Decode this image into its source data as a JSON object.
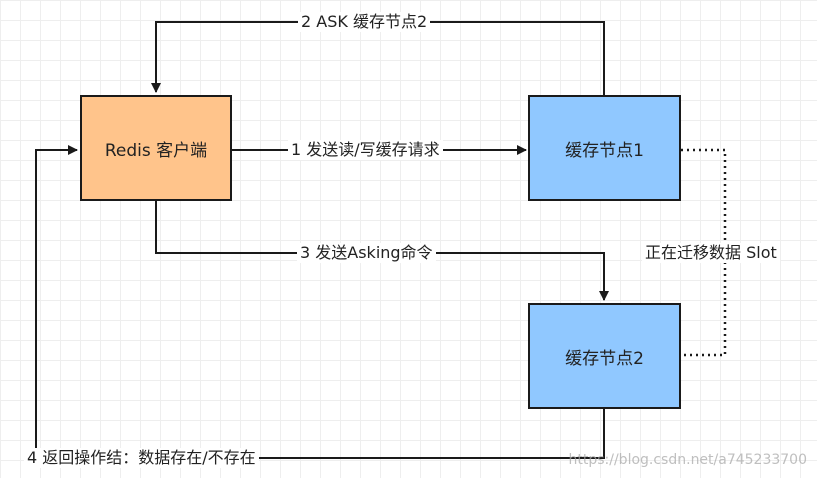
{
  "nodes": {
    "client": "Redis 客户端",
    "node1": "缓存节点1",
    "node2": "缓存节点2"
  },
  "edges": {
    "e1": "1 发送读/写缓存请求",
    "e2": "2 ASK 缓存节点2",
    "e3": "3 发送Asking命令",
    "e4": "4 返回操作结：数据存在/不存在",
    "migrate": "正在迁移数据 Slot"
  },
  "watermark": "https://blog.csdn.net/a745233700",
  "colors": {
    "client_fill": "#ffc48b",
    "node_fill": "#90c8ff",
    "line": "#1a1a1a"
  }
}
